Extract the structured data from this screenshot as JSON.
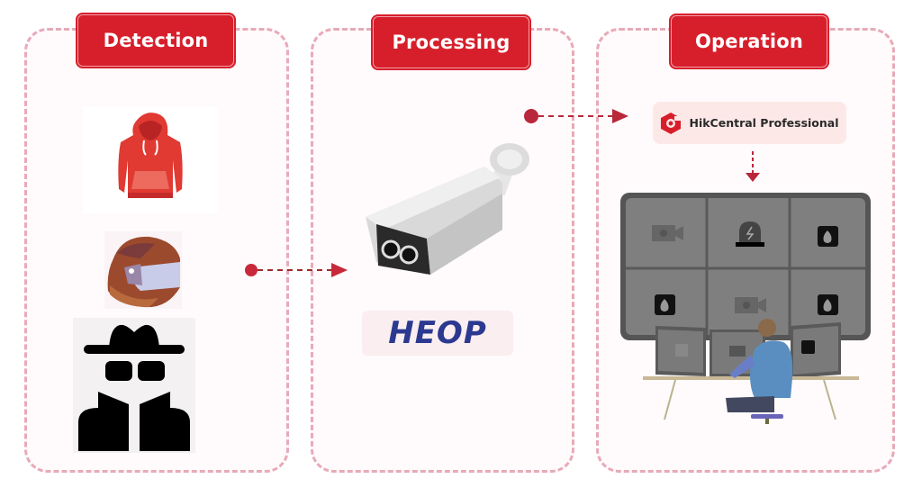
{
  "stages": [
    {
      "title": "Detection"
    },
    {
      "title": "Processing"
    },
    {
      "title": "Operation"
    }
  ],
  "detection": {
    "items": [
      {
        "name": "hoodie",
        "icon": "hoodie-icon"
      },
      {
        "name": "helmet",
        "icon": "helmet-icon"
      },
      {
        "name": "disguised person",
        "icon": "spy-icon"
      }
    ]
  },
  "processing": {
    "device": "thermal bullet camera",
    "platform_logo": "HEOP"
  },
  "operation": {
    "software": "HikCentral Professional",
    "video_wall_tiles": [
      "camera-icon",
      "alarm-icon",
      "fire-icon",
      "fire-icon",
      "camera-icon",
      "fire-icon"
    ],
    "desk_monitors": [
      "fire-icon",
      "camera-icon",
      "fire-icon"
    ]
  },
  "colors": {
    "brand_red": "#d71f2b",
    "arrow_red": "#b8273a",
    "panel_border": "#e8aab8",
    "heop_blue": "#2b3990"
  }
}
